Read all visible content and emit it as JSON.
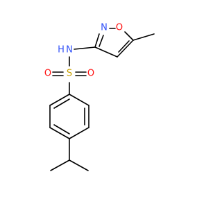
{
  "molecule": {
    "atoms": {
      "isoxazole_O": {
        "text": "O",
        "color": "#ff0d0d"
      },
      "isoxazole_N": {
        "text": "N",
        "color": "#3050f8"
      },
      "amide_N": {
        "text": "N",
        "color": "#3050f8"
      },
      "amide_H": {
        "text": "H",
        "color": "#3050f8"
      },
      "sulfur": {
        "text": "S",
        "color": "#c8a000"
      },
      "sulfonyl_O_left": {
        "text": "O",
        "color": "#ff0d0d"
      },
      "sulfonyl_O_right": {
        "text": "O",
        "color": "#ff0d0d"
      }
    },
    "bond_color": "#000000"
  }
}
